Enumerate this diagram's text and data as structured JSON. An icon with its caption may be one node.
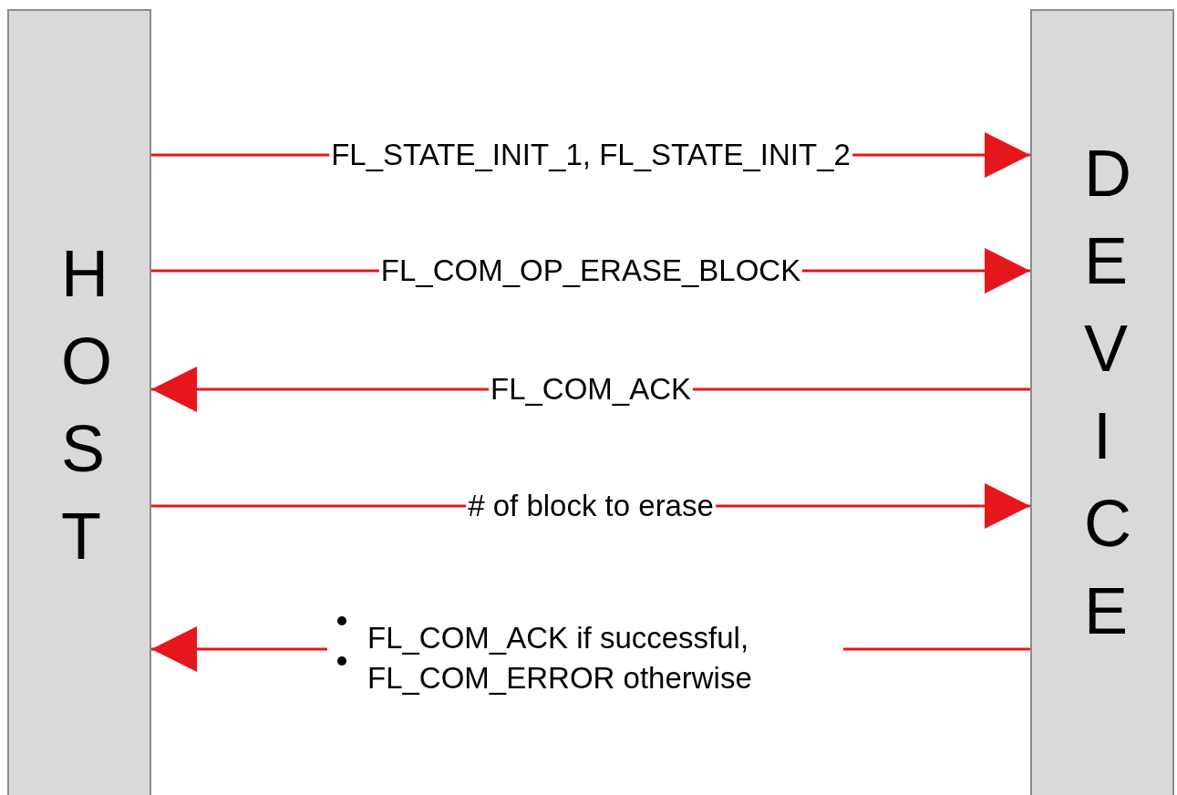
{
  "diagram": {
    "nodes": [
      {
        "text": [
          "HOST"
        ]
      },
      {
        "text": [
          "DEVICE"
        ]
      }
    ],
    "edges": [
      {
        "from": 0,
        "to": 1,
        "arrow": "to",
        "label": "FL_STATE_INIT_1, FL_STATE_INIT_2"
      },
      {
        "from": 0,
        "to": 1,
        "arrow": "to",
        "label": "FL_COM_OP_ERASE_BLOCK"
      },
      {
        "from": 1,
        "to": 0,
        "arrow": "to",
        "label": "FL_COM_ACK"
      },
      {
        "from": 0,
        "to": 1,
        "arrow": "to",
        "label": "# of block to erase"
      },
      {
        "from": 1,
        "to": 0,
        "arrow": "to",
        "label": "FL_COM_ACK if successful, FL_COM_ERROR otherwise"
      }
    ]
  }
}
